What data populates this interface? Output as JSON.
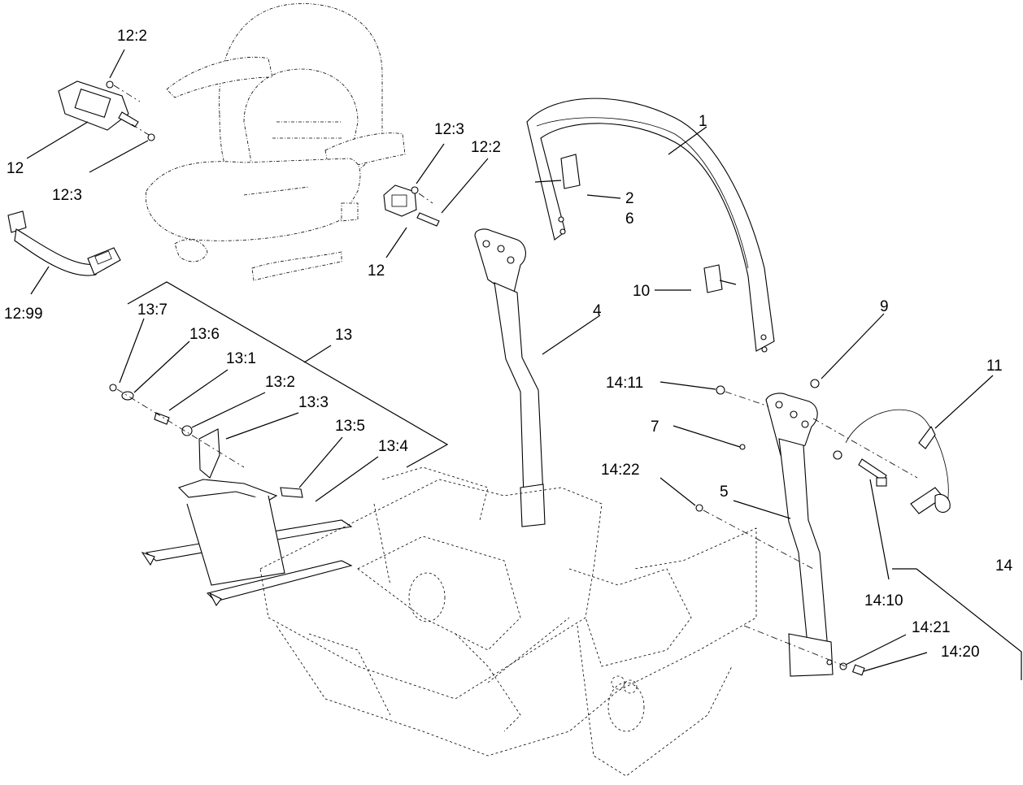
{
  "callouts": {
    "c1": "1",
    "c2": "2",
    "c6": "6",
    "c10": "10",
    "c4": "4",
    "c9": "9",
    "c11": "11",
    "c14_11": "14:11",
    "c7": "7",
    "c14_22": "14:22",
    "c5": "5",
    "c14_10": "14:10",
    "c14": "14",
    "c14_21": "14:21",
    "c14_20": "14:20",
    "c12_2a": "12:2",
    "c12a": "12",
    "c12_3a": "12:3",
    "c12_3b": "12:3",
    "c12_2b": "12:2",
    "c12b": "12",
    "c12_99": "12:99",
    "c13_7": "13:7",
    "c13_6": "13:6",
    "c13_1": "13:1",
    "c13_2": "13:2",
    "c13_3": "13:3",
    "c13": "13",
    "c13_5": "13:5",
    "c13_4": "13:4"
  }
}
